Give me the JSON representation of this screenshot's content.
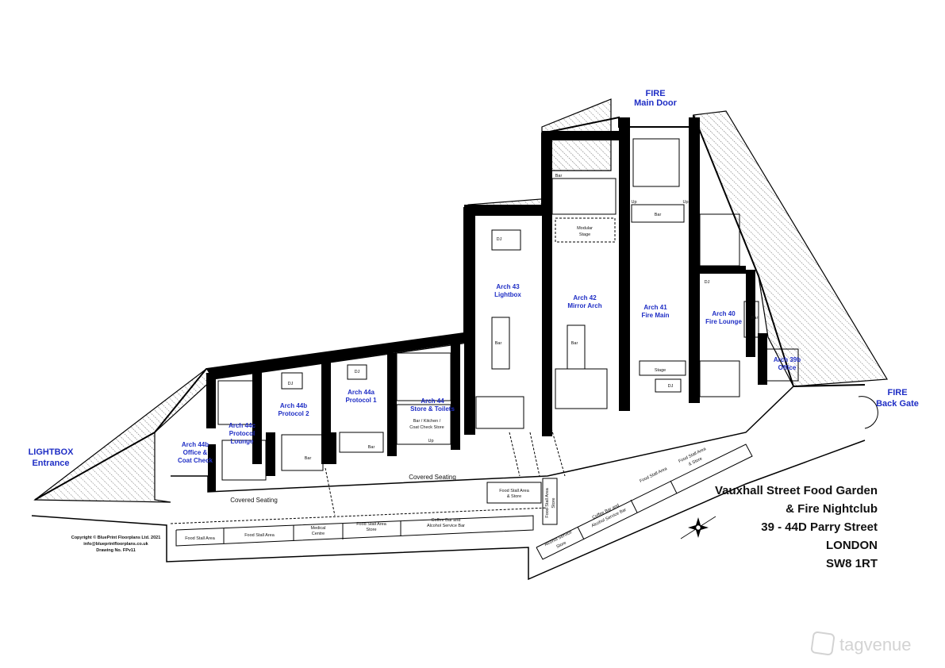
{
  "labels": {
    "fire_main_door_1": "FIRE",
    "fire_main_door_2": "Main Door",
    "fire_back_gate_1": "FIRE",
    "fire_back_gate_2": "Back Gate",
    "lightbox_entrance_1": "LIGHTBOX",
    "lightbox_entrance_2": "Entrance"
  },
  "rooms": {
    "arch43_1": "Arch 43",
    "arch43_2": "Lightbox",
    "arch42_1": "Arch 42",
    "arch42_2": "Mirror Arch",
    "arch41_1": "Arch 41",
    "arch41_2": "Fire Main",
    "arch40_1": "Arch 40",
    "arch40_2": "Fire Lounge",
    "arch39b_1": "Arch 39b",
    "arch39b_2": "Office",
    "arch44_1": "Arch 44",
    "arch44_2": "Store & Toilets",
    "arch44a_1": "Arch 44a",
    "arch44a_2": "Protocol 1",
    "arch44b_1": "Arch 44b",
    "arch44b_2": "Protocol 2",
    "arch44c_1": "Arch 44c",
    "arch44c_2": "Protocol",
    "arch44c_3": "Lounge",
    "arch44b_office_1": "Arch 44b",
    "arch44b_office_2": "Office &",
    "arch44b_office_3": "Coat Check"
  },
  "small": {
    "bar": "Bar",
    "dj": "DJ",
    "up": "Up",
    "stage": "Stage",
    "modular_stage_1": "Modular",
    "modular_stage_2": "Stage",
    "bar_kitchen_1": "Bar / Kitchen /",
    "bar_kitchen_2": "Coat Check Store",
    "covered_seating": "Covered Seating",
    "food_stall_area": "Food Stall Area",
    "medical_centre_1": "Medical",
    "medical_centre_2": "Centre",
    "food_stall_store_1": "Food Stall Area",
    "food_stall_store_2": "Store",
    "coffee_bar_1": "Coffee Bar and",
    "coffee_bar_2": "Alcohol Service Bar",
    "food_stall_amp_store_1": "Food Stall Area",
    "food_stall_amp_store_2": "& Store",
    "alcohol_service_store_1": "Alcohol Service",
    "alcohol_service_store_2": "Store"
  },
  "title": {
    "line1": "Vauxhall Street Food Garden",
    "line2": "& Fire Nightclub",
    "line3": "39 - 44D Parry Street",
    "line4": "LONDON",
    "line5": "SW8 1RT"
  },
  "copyright": {
    "line1": "Copyright © BluePrint Floorplans Ltd. 2021",
    "line2": "info@blueprintfloorplans.co.uk",
    "line3": "Drawing No. FPv11"
  },
  "watermark": "tagvenue",
  "colors": {
    "label_blue": "#1f2ec5",
    "wall": "#000000",
    "hatch": "#222222",
    "watermark": "#c9c9c9"
  }
}
